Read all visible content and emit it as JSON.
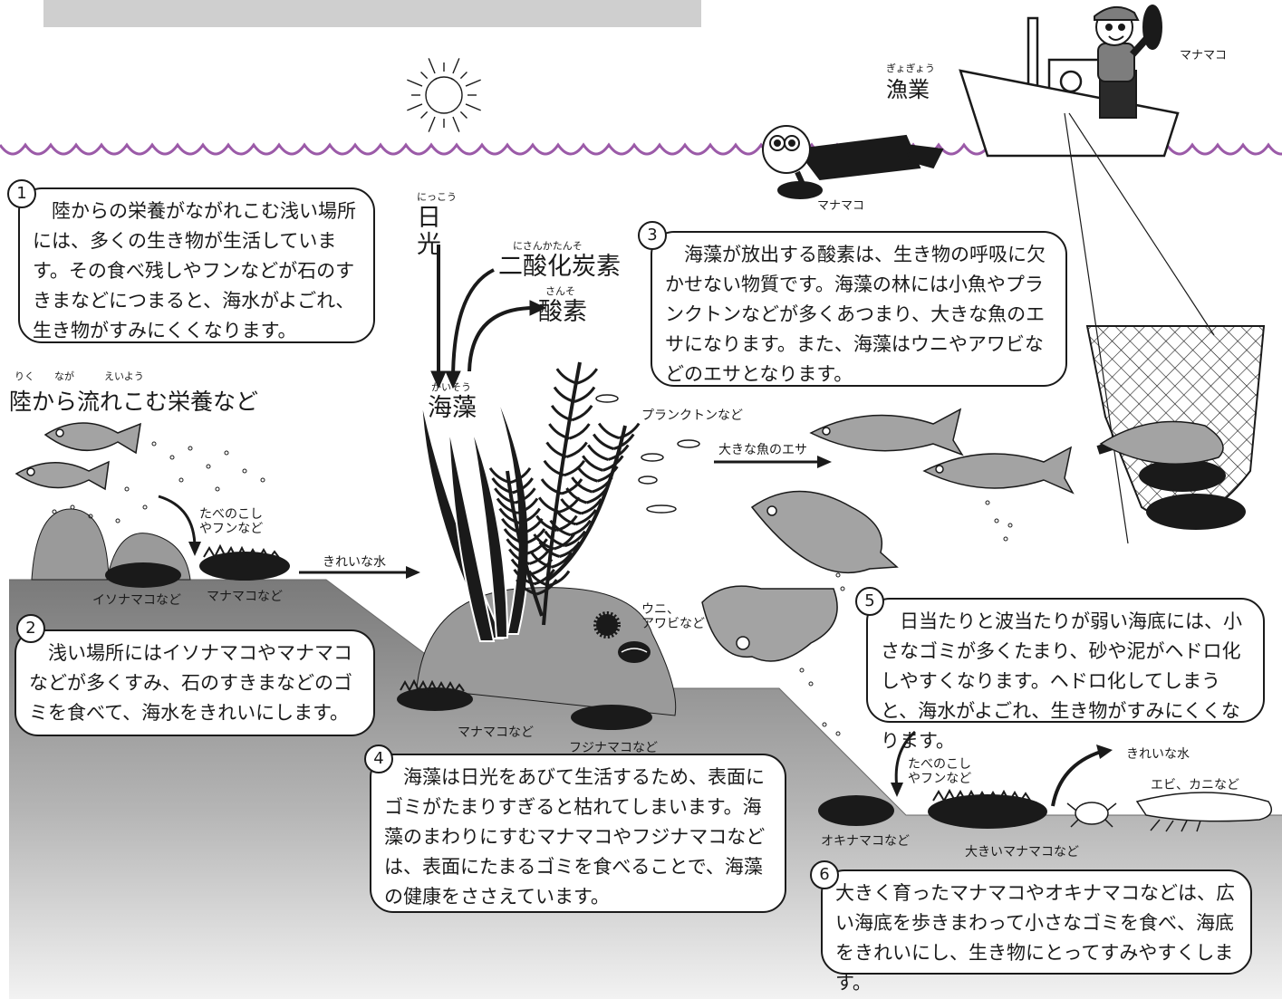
{
  "sections": [
    {
      "num": "1",
      "text": "　陸からの栄養がながれこむ浅い場所には、多くの生き物が生活しています。その食べ残しやフンなどが石のすきまなどにつまると、海水がよごれ、生き物がすみにくくなります。"
    },
    {
      "num": "2",
      "text": "　浅い場所にはイソナマコやマナマコなどが多くすみ、石のすきまなどのゴミを食べて、海水をきれいにします。"
    },
    {
      "num": "3",
      "text": "　海藻が放出する酸素は、生き物の呼吸に欠かせない物質です。海藻の林には小魚やプランクトンなどが多くあつまり、大きな魚のエサになります。また、海藻はウニやアワビなどのエサとなります。"
    },
    {
      "num": "4",
      "text": "　海藻は日光をあびて生活するため、表面にゴミがたまりすぎると枯れてしまいます。海藻のまわりにすむマナマコやフジナマコなどは、表面にたまるゴミを食べることで、海藻の健康をささえています。"
    },
    {
      "num": "5",
      "text": "　日当たりと波当たりが弱い海底には、小さなゴミが多くたまり、砂や泥がヘドロ化しやすくなります。ヘドロ化してしまうと、海水がよごれ、生き物がすみにくくなります。"
    },
    {
      "num": "6",
      "text": "大きく育ったマナマコやオキナマコなどは、広い海底を歩きまわって小さなゴミを食べ、海底をきれいにし、生き物にとってすみやすくします。"
    }
  ],
  "labels": {
    "fishery": "漁業",
    "fishery_ruby": "ぎょぎょう",
    "sunlight": "日光",
    "sunlight_ruby": "にっこう",
    "co2": "二酸化炭素",
    "co2_ruby": "にさんかたんそ",
    "oxygen": "酸素",
    "oxygen_ruby": "さんそ",
    "seaweed": "海藻",
    "seaweed_ruby": "かいそう",
    "nutrients": "陸から流れこむ栄養など",
    "nutrients_ruby": "りく　　なが　　　えいよう",
    "plankton": "プランクトンなど",
    "big_fish_food": "大きな魚のエサ",
    "clean_water_1": "きれいな水",
    "clean_water_2": "きれいな水",
    "leftovers_1": "たべのこし\nやフンなど",
    "leftovers_2": "たべのこし\nやフンなど",
    "iso_namako": "イソナマコなど",
    "ma_namako_1": "マナマコなど",
    "ma_namako_2": "マナマコなど",
    "fuji_namako": "フジナマコなど",
    "oki_namako": "オキナマコなど",
    "big_ma_namako": "大きいマナマコなど",
    "urchin_abalone": "ウニ、\nアワビなど",
    "shrimp_crab": "エビ、カニなど",
    "diver_catch": "マナマコ",
    "boat_catch": "マナマコ"
  },
  "colors": {
    "wave": "#9b5aa8",
    "seabed_light": "#d9d9d9",
    "seabed_dark": "#8c8c8c",
    "rock": "#9a9a9a",
    "ink": "#1a1a1a",
    "fish": "#a3a3a3"
  }
}
